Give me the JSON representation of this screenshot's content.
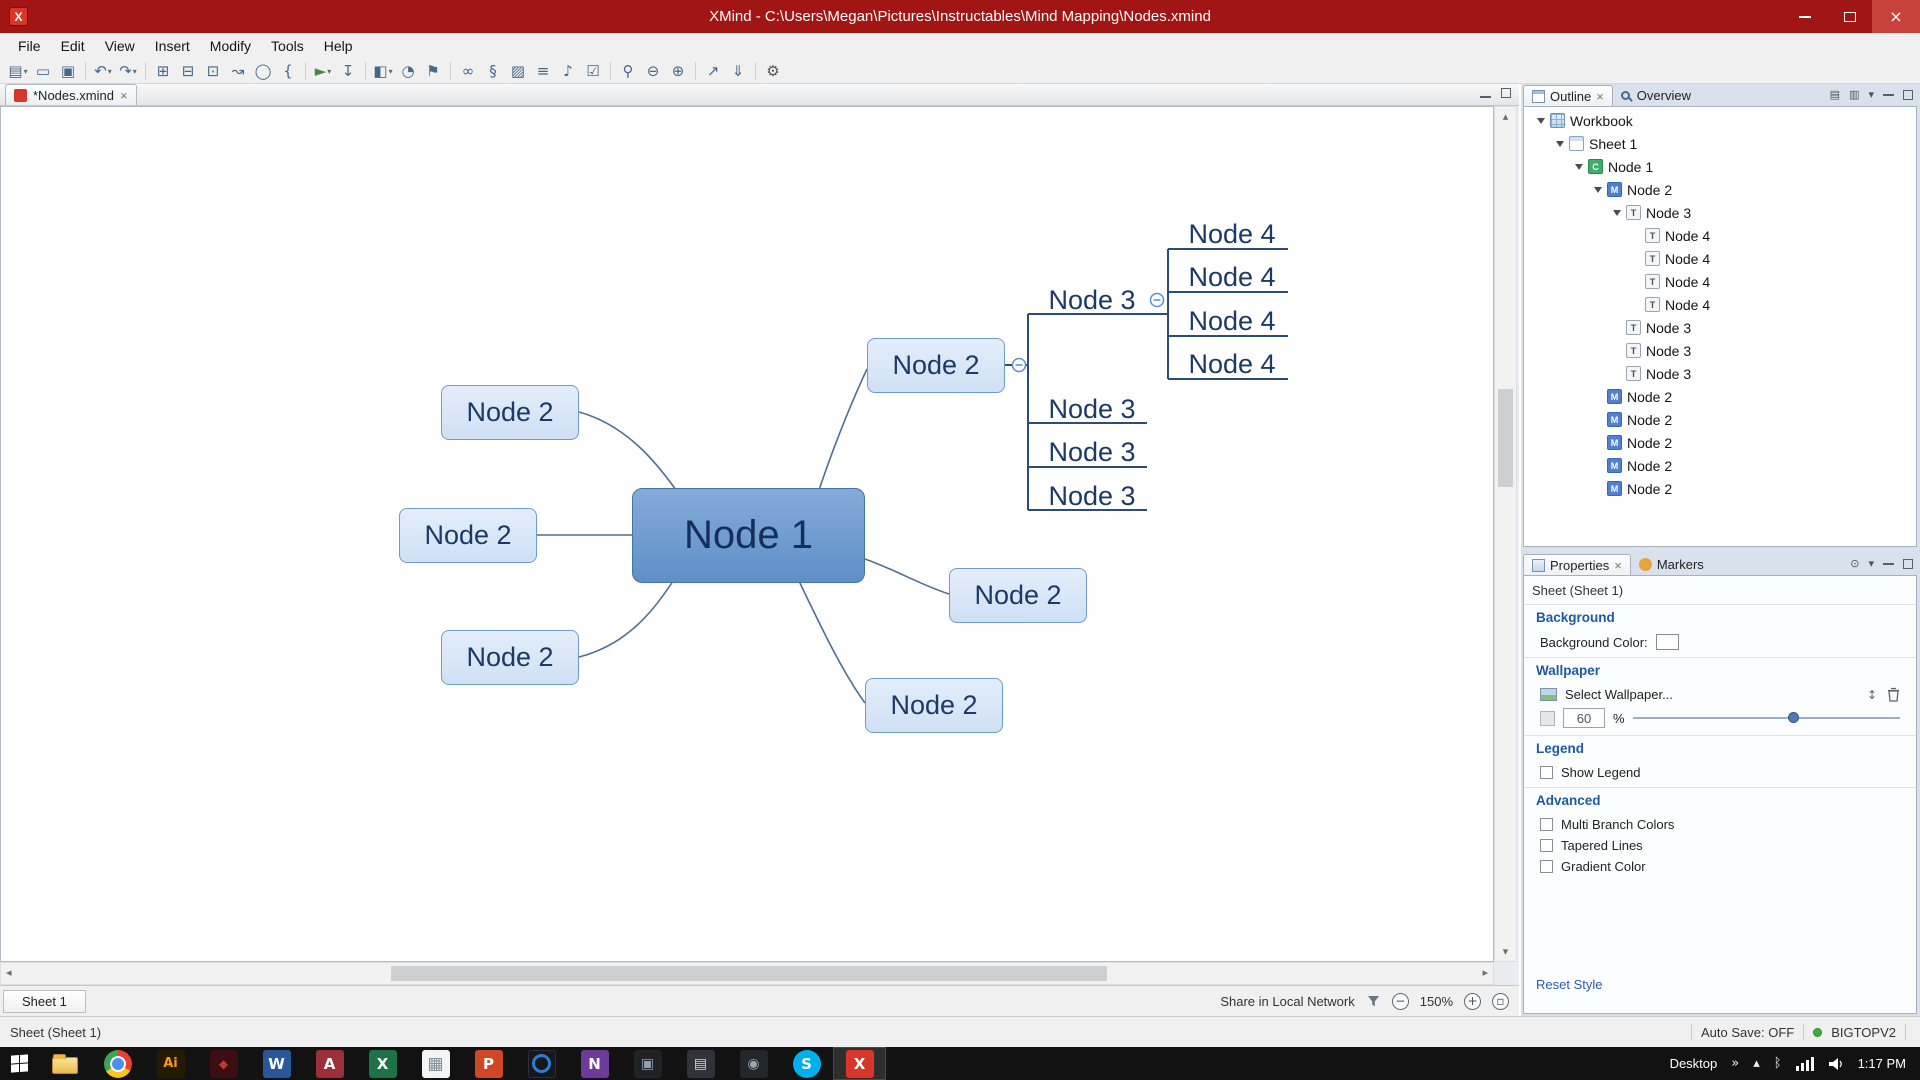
{
  "window": {
    "app_icon": "X",
    "title": "XMind - C:\\Users\\Megan\\Pictures\\Instructables\\Mind Mapping\\Nodes.xmind"
  },
  "menu": {
    "items": [
      "File",
      "Edit",
      "View",
      "Insert",
      "Modify",
      "Tools",
      "Help"
    ]
  },
  "toolbar": {
    "icons": [
      {
        "name": "new",
        "glyph": "▤"
      },
      {
        "name": "open",
        "glyph": "▭"
      },
      {
        "name": "save",
        "glyph": "▣"
      },
      {
        "name": "undo",
        "glyph": "↶"
      },
      {
        "name": "redo",
        "glyph": "↷"
      },
      {
        "name": "insert-topic",
        "glyph": "⊞"
      },
      {
        "name": "insert-subtopic",
        "glyph": "⊟"
      },
      {
        "name": "insert-floating-topic",
        "glyph": "⊡"
      },
      {
        "name": "insert-relationship",
        "glyph": "↝"
      },
      {
        "name": "insert-boundary",
        "glyph": "◯"
      },
      {
        "name": "insert-summary",
        "glyph": "{"
      },
      {
        "name": "presentation",
        "glyph": "►"
      },
      {
        "name": "drill-down",
        "glyph": "↧"
      },
      {
        "name": "theme",
        "glyph": "◧"
      },
      {
        "name": "marker",
        "glyph": "◔"
      },
      {
        "name": "label",
        "glyph": "⚑"
      },
      {
        "name": "hyperlink",
        "glyph": "∞"
      },
      {
        "name": "attachment",
        "glyph": "§"
      },
      {
        "name": "image",
        "glyph": "▨"
      },
      {
        "name": "notes",
        "glyph": "≡"
      },
      {
        "name": "audio-notes",
        "glyph": "♪"
      },
      {
        "name": "task-info",
        "glyph": "☑"
      },
      {
        "name": "find",
        "glyph": "⚲"
      },
      {
        "name": "zoom-out",
        "glyph": "⊖"
      },
      {
        "name": "zoom-in",
        "glyph": "⊕"
      },
      {
        "name": "share",
        "glyph": "↗"
      },
      {
        "name": "export",
        "glyph": "⇓"
      },
      {
        "name": "settings",
        "glyph": "⚙"
      }
    ]
  },
  "editor": {
    "tab_label": "*Nodes.xmind",
    "tab_close": "×",
    "sheet_tab": "Sheet 1",
    "share_label": "Share in Local Network",
    "zoom_level": "150%"
  },
  "mindmap": {
    "central_topic": "Node 1",
    "main_topics": [
      "Node 2",
      "Node 2",
      "Node 2",
      "Node 2",
      "Node 2",
      "Node 2"
    ],
    "level3_topics": [
      "Node 3",
      "Node 3",
      "Node 3",
      "Node 3"
    ],
    "level4_topics": [
      "Node 4",
      "Node 4",
      "Node 4",
      "Node 4"
    ]
  },
  "outline_panel": {
    "tabs": [
      {
        "label": "Outline"
      },
      {
        "label": "Overview"
      }
    ],
    "tree": [
      {
        "label": "Workbook",
        "glyph": "",
        "icon": "workbook"
      },
      {
        "label": "Sheet 1",
        "glyph": "",
        "icon": "sheet"
      },
      {
        "label": "Node 1",
        "glyph": "C",
        "icon": "central-topic"
      },
      {
        "label": "Node 2",
        "glyph": "M",
        "icon": "main-topic"
      },
      {
        "label": "Node 3",
        "glyph": "T",
        "icon": "subtopic"
      },
      {
        "label": "Node 4",
        "glyph": "T",
        "icon": "subtopic"
      },
      {
        "label": "Node 4",
        "glyph": "T",
        "icon": "subtopic"
      },
      {
        "label": "Node 4",
        "glyph": "T",
        "icon": "subtopic"
      },
      {
        "label": "Node 4",
        "glyph": "T",
        "icon": "subtopic"
      },
      {
        "label": "Node 3",
        "glyph": "T",
        "icon": "subtopic"
      },
      {
        "label": "Node 3",
        "glyph": "T",
        "icon": "subtopic"
      },
      {
        "label": "Node 3",
        "glyph": "T",
        "icon": "subtopic"
      },
      {
        "label": "Node 2",
        "glyph": "M",
        "icon": "main-topic"
      },
      {
        "label": "Node 2",
        "glyph": "M",
        "icon": "main-topic"
      },
      {
        "label": "Node 2",
        "glyph": "M",
        "icon": "main-topic"
      },
      {
        "label": "Node 2",
        "glyph": "M",
        "icon": "main-topic"
      },
      {
        "label": "Node 2",
        "glyph": "M",
        "icon": "main-topic"
      }
    ]
  },
  "properties_panel": {
    "tabs": [
      {
        "label": "Properties"
      },
      {
        "label": "Markers"
      }
    ],
    "subtitle": "Sheet (Sheet 1)",
    "background_heading": "Background",
    "background_color_label": "Background Color:",
    "wallpaper_heading": "Wallpaper",
    "select_wallpaper_label": "Select Wallpaper...",
    "opacity_value": "60",
    "opacity_unit": "%",
    "legend_heading": "Legend",
    "show_legend_label": "Show Legend",
    "advanced_heading": "Advanced",
    "advanced_options": [
      "Multi Branch Colors",
      "Tapered Lines",
      "Gradient Color"
    ],
    "reset_label": "Reset Style"
  },
  "status_bar": {
    "sheet": "Sheet (Sheet 1)",
    "autosave": "Auto Save: OFF",
    "computer": "BIGTOPV2"
  },
  "taskbar": {
    "desktop_label": "Desktop",
    "chevron": "»",
    "show_hidden": "▴",
    "bluetooth": "ᛒ",
    "time": "1:17 PM",
    "apps": [
      {
        "name": "file-explorer",
        "label": ""
      },
      {
        "name": "chrome",
        "label": ""
      },
      {
        "name": "illustrator",
        "label": "Ai"
      },
      {
        "name": "app-4",
        "label": "◆"
      },
      {
        "name": "word",
        "label": "W"
      },
      {
        "name": "access",
        "label": "A"
      },
      {
        "name": "excel",
        "label": "X"
      },
      {
        "name": "app-8",
        "label": "▦"
      },
      {
        "name": "powerpoint",
        "label": "P"
      },
      {
        "name": "app-10",
        "label": ""
      },
      {
        "name": "onenote",
        "label": "N"
      },
      {
        "name": "app-12",
        "label": "▣"
      },
      {
        "name": "app-13",
        "label": "▤"
      },
      {
        "name": "app-14",
        "label": "◉"
      },
      {
        "name": "skype",
        "label": "S"
      },
      {
        "name": "xmind",
        "label": "X"
      }
    ]
  },
  "colors": {
    "titlebar": "#a11515",
    "central_topic_fill": "#6e9bd1",
    "topic_fill": "#d9e6f8",
    "branch_line": "#4e6f93",
    "heading_blue": "#1d5a9e",
    "link_blue": "#2a5db0"
  }
}
